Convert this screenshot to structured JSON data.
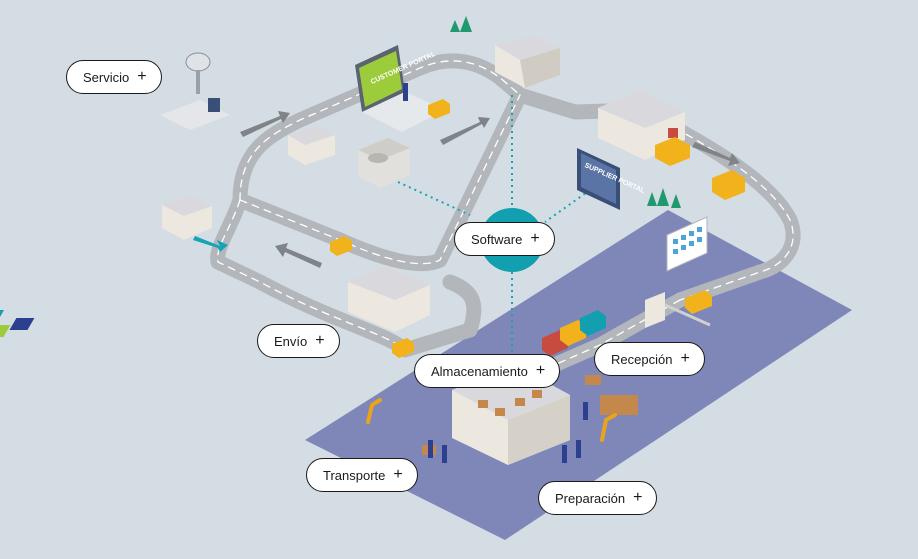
{
  "labels": {
    "servicio": "Servicio",
    "software": "Software",
    "envio": "Envío",
    "almacenamiento": "Almacenamiento",
    "recepcion": "Recepción",
    "transporte": "Transporte",
    "preparacion": "Preparación"
  },
  "plus_glyph": "+",
  "screens": {
    "customer": "CUSTOMER PORTAL",
    "supplier": "SUPPLIER PORTAL"
  },
  "colors": {
    "background": "#d3dde3",
    "road": "#b3b7bb",
    "road_stripe": "#ffffff",
    "platform": "#7f86b8",
    "hub": "#12a0b0",
    "link_dots": "#15a4b5",
    "building_wall": "#ece7df",
    "building_roof": "#d9d9dd",
    "truck": "#f2b21b",
    "arrow": "#808488",
    "green_screen": "#9ccc3c",
    "navy": "#3a4f78"
  }
}
